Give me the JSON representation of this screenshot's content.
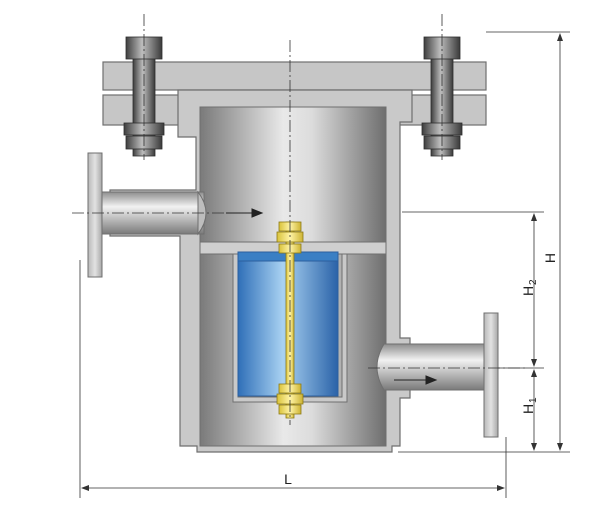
{
  "labels": {
    "length": "L",
    "height": "H",
    "h2_main": "H",
    "h2_sub": "2",
    "h1_main": "H",
    "h1_sub": "1"
  },
  "colors": {
    "body_metal": "#c9c9c9",
    "body_outline": "#6f6f6f",
    "chamber_dark": "#7d7d7d",
    "chamber_light": "#e6e6e6",
    "filter_blue": "#4a8fd0",
    "filter_blue_light": "#a9d2f2",
    "rod_yellow": "#f3e06a",
    "dimension_line": "#333333"
  }
}
